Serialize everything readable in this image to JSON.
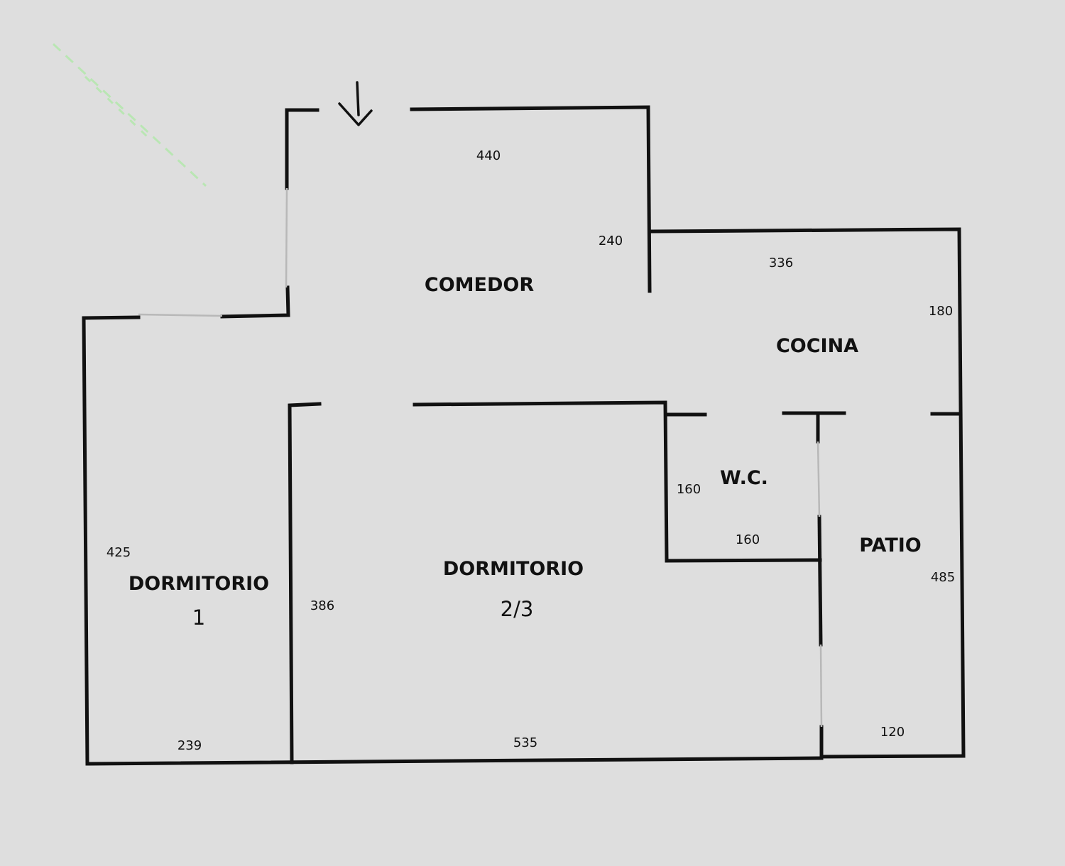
{
  "plan": {
    "rooms": {
      "comedor": "COMEDOR",
      "cocina": "COCINA",
      "wc": "W.C.",
      "patio": "PATIO",
      "dormitorio_1": "DORMITORIO",
      "dormitorio_1_number": "1",
      "dormitorio_23": "DORMITORIO",
      "dormitorio_23_number": "2/3"
    },
    "dimensions": {
      "comedor_width": "440",
      "comedor_depth": "240",
      "cocina_width": "336",
      "cocina_depth": "180",
      "wc_depth": "160",
      "wc_width": "160",
      "patio_depth": "485",
      "patio_width": "120",
      "dormitorio_1_depth": "425",
      "dormitorio_1_width": "239",
      "dormitorio_23_depth": "386",
      "dormitorio_23_width": "535"
    },
    "icons": {
      "entrance": "entrance-arrow-icon"
    }
  }
}
